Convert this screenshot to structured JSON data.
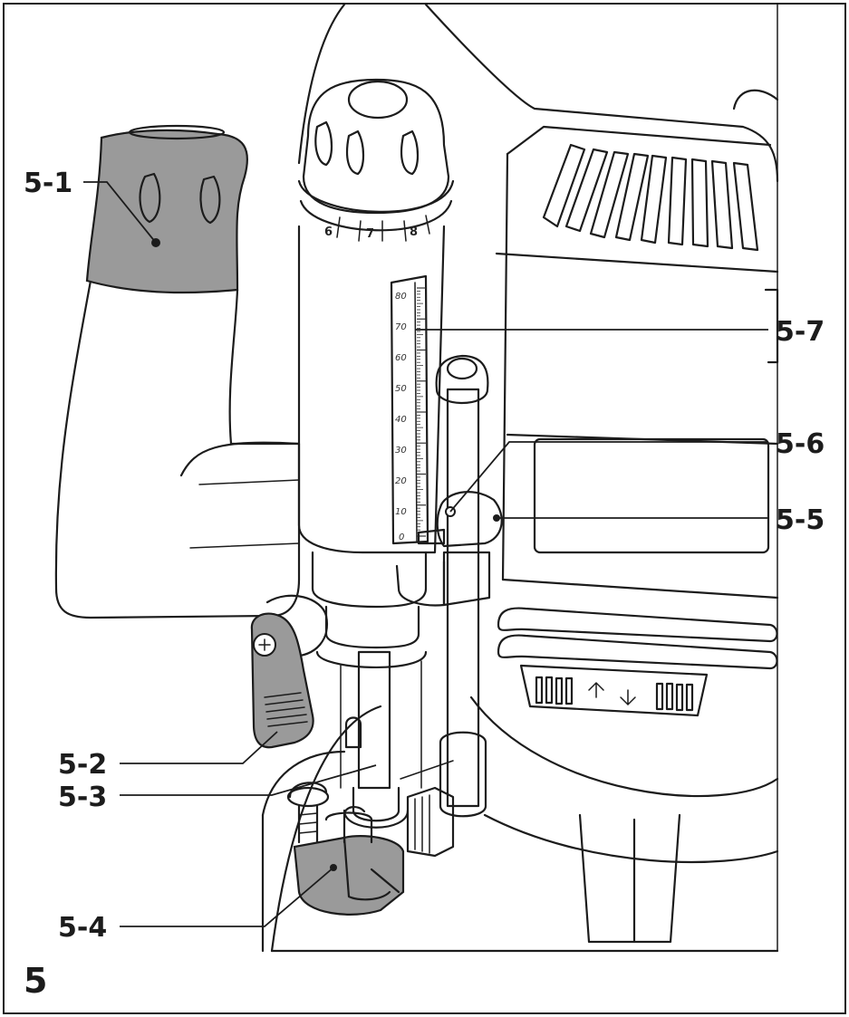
{
  "figure": {
    "number": "5",
    "callouts": [
      {
        "id": "5-1",
        "label": "5-1"
      },
      {
        "id": "5-2",
        "label": "5-2"
      },
      {
        "id": "5-3",
        "label": "5-3"
      },
      {
        "id": "5-4",
        "label": "5-4"
      },
      {
        "id": "5-5",
        "label": "5-5"
      },
      {
        "id": "5-6",
        "label": "5-6"
      },
      {
        "id": "5-7",
        "label": "5-7"
      }
    ],
    "dial_numbers": [
      "6",
      "7",
      "8"
    ],
    "depth_scale": [
      "80",
      "70",
      "60",
      "50",
      "40",
      "30",
      "20",
      "10",
      "0"
    ]
  },
  "colors": {
    "line": "#1c1c1c",
    "grip": "#9a9a9a",
    "background": "#ffffff"
  }
}
